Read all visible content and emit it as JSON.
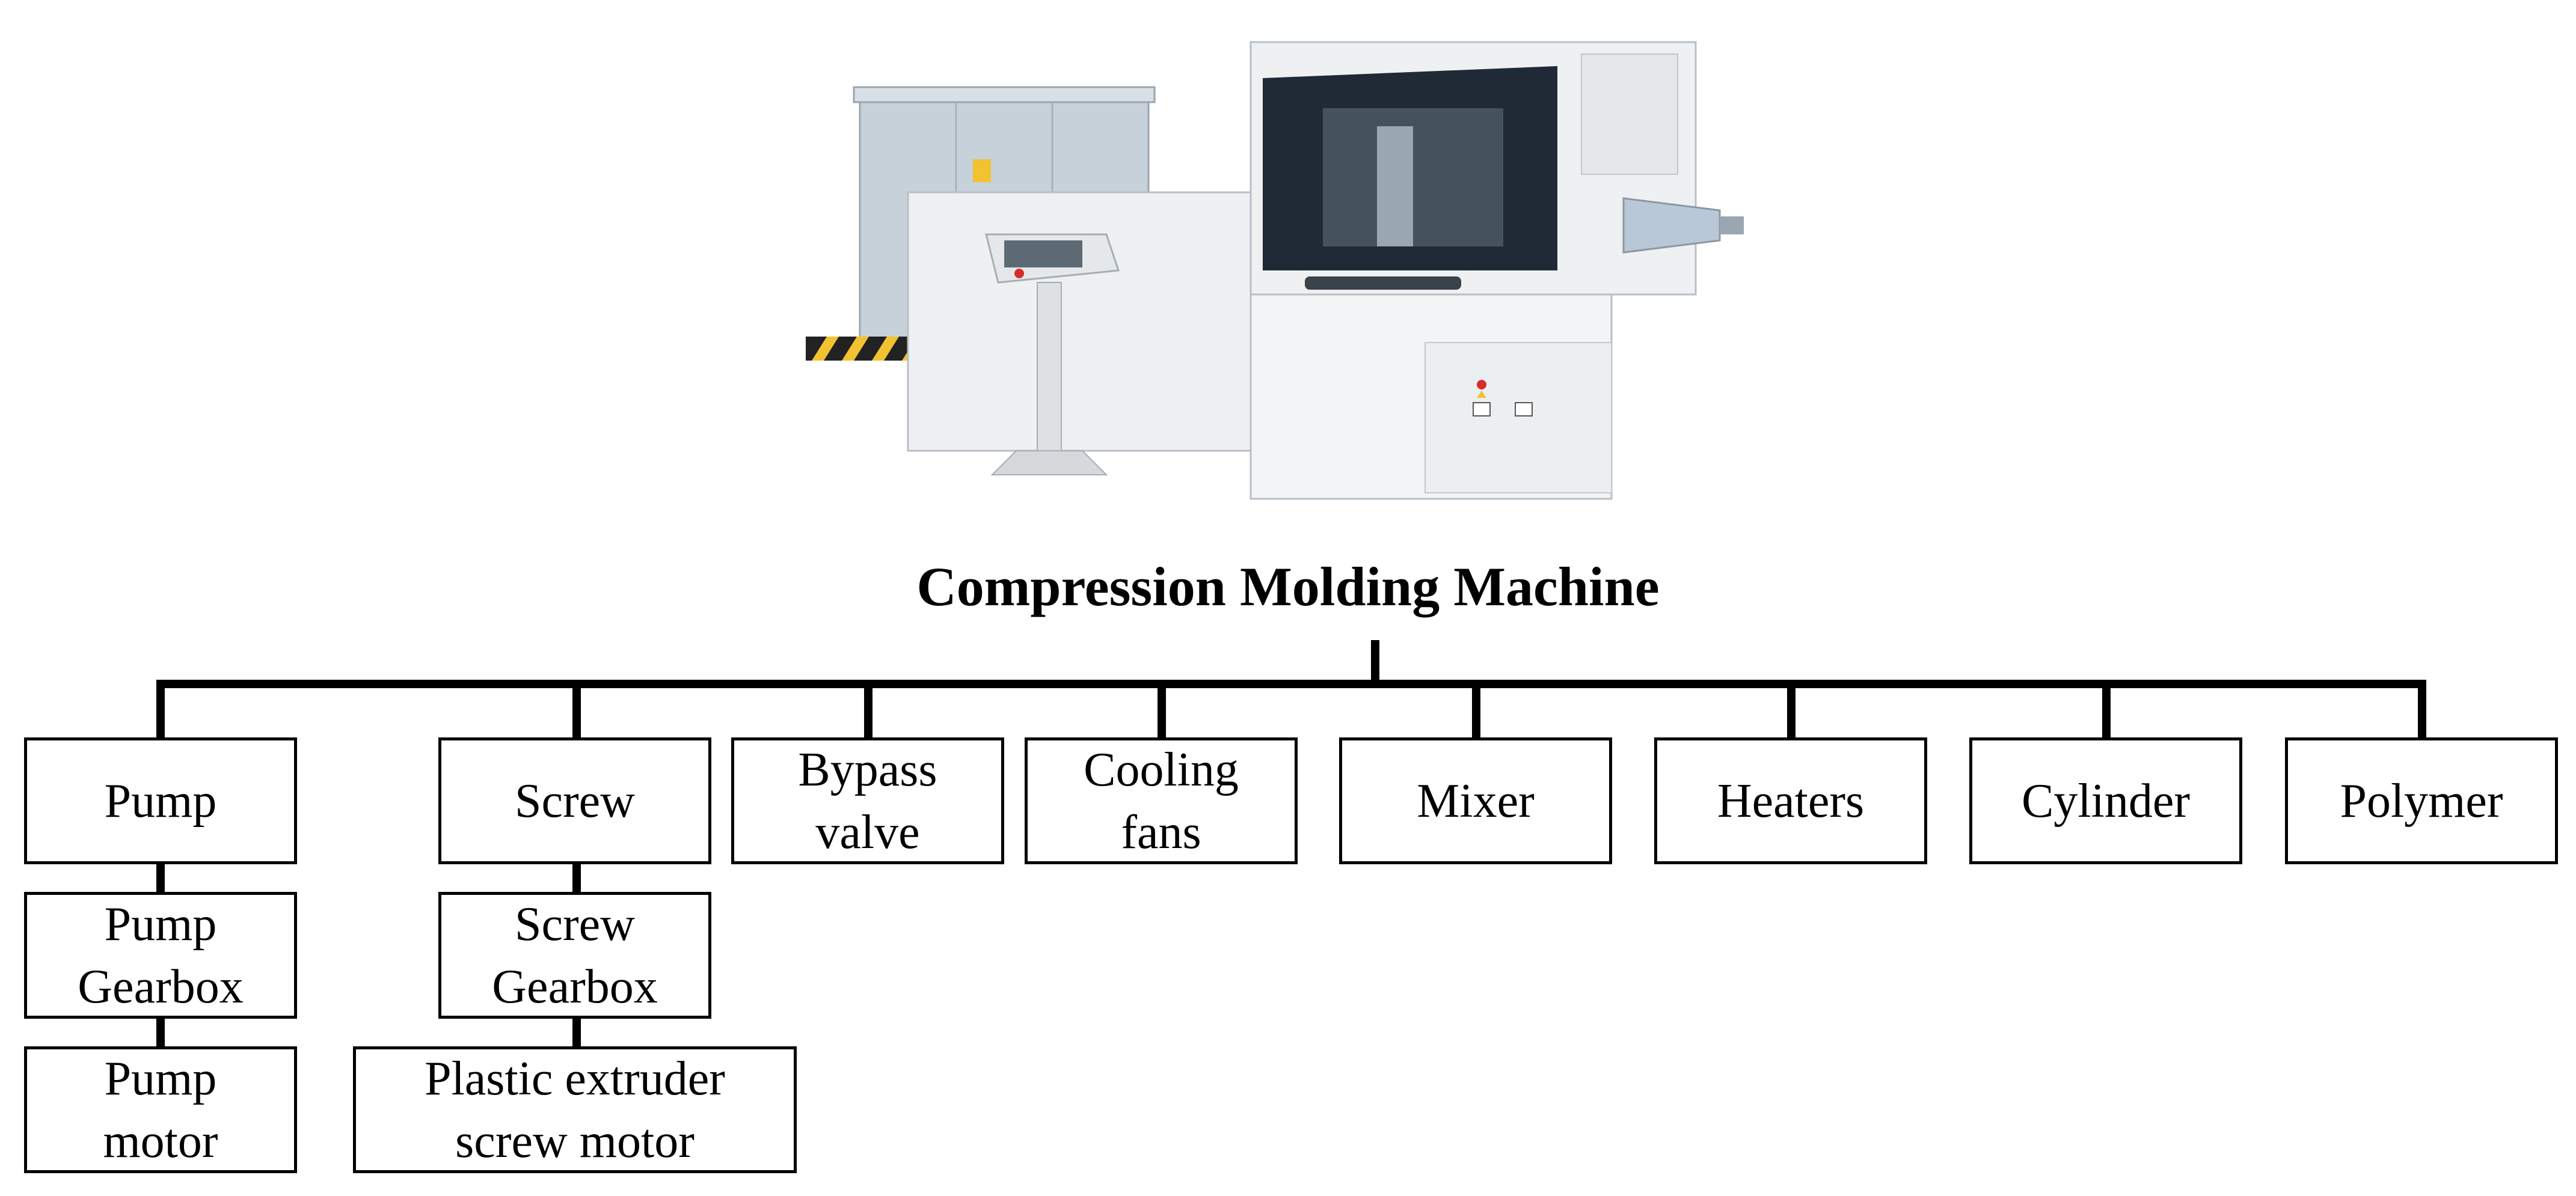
{
  "diagram": {
    "title": "Compression Molding Machine",
    "nodes": [
      {
        "id": "pump",
        "label": "Pump"
      },
      {
        "id": "pump_gearbox",
        "label": "Pump\nGearbox"
      },
      {
        "id": "pump_motor",
        "label": "Pump\nmotor"
      },
      {
        "id": "screw",
        "label": "Screw"
      },
      {
        "id": "screw_gearbox",
        "label": "Screw\nGearbox"
      },
      {
        "id": "screw_motor",
        "label": "Plastic extruder\nscrew motor"
      },
      {
        "id": "bypass_valve",
        "label": "Bypass\nvalve"
      },
      {
        "id": "cooling_fans",
        "label": "Cooling\nfans"
      },
      {
        "id": "mixer",
        "label": "Mixer"
      },
      {
        "id": "heaters",
        "label": "Heaters"
      },
      {
        "id": "cylinder",
        "label": "Cylinder"
      },
      {
        "id": "polymer",
        "label": "Polymer"
      }
    ],
    "edges": [
      {
        "from": "root",
        "to": "pump"
      },
      {
        "from": "root",
        "to": "screw"
      },
      {
        "from": "root",
        "to": "bypass_valve"
      },
      {
        "from": "root",
        "to": "cooling_fans"
      },
      {
        "from": "root",
        "to": "mixer"
      },
      {
        "from": "root",
        "to": "heaters"
      },
      {
        "from": "root",
        "to": "cylinder"
      },
      {
        "from": "root",
        "to": "polymer"
      },
      {
        "from": "pump",
        "to": "pump_gearbox"
      },
      {
        "from": "pump_gearbox",
        "to": "pump_motor"
      },
      {
        "from": "screw",
        "to": "screw_gearbox"
      },
      {
        "from": "screw_gearbox",
        "to": "screw_motor"
      }
    ]
  },
  "colors": {
    "line": "#000000",
    "machine_body": "#eef0f2",
    "cabinet": "#c9d3dc",
    "window": "#1f2a36"
  }
}
